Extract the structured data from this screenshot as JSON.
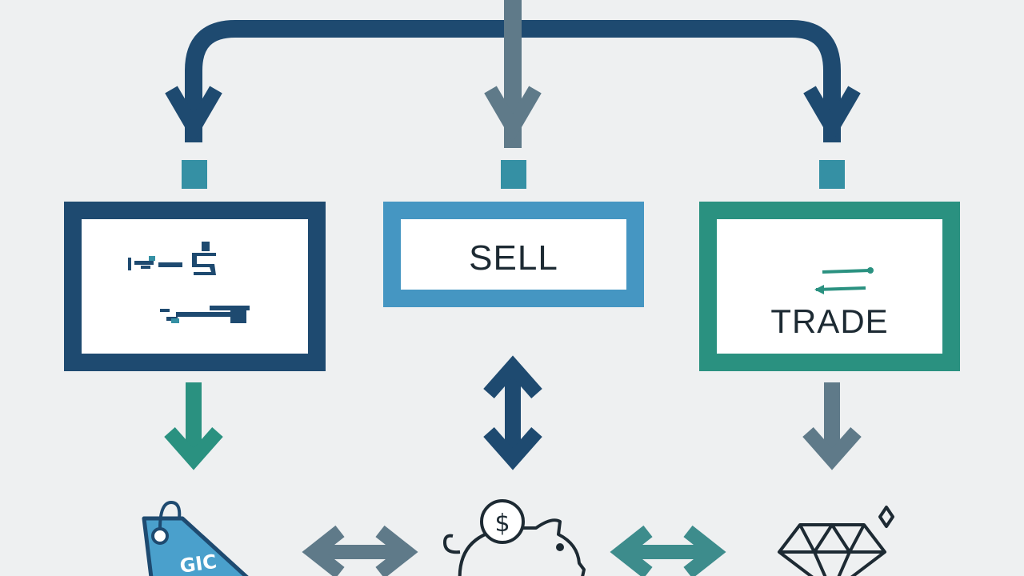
{
  "diagram": {
    "boxes": [
      {
        "id": "left",
        "label": ""
      },
      {
        "id": "sell",
        "label": "SELL"
      },
      {
        "id": "trade",
        "label": "TRADE"
      }
    ],
    "icons": {
      "tag": {
        "text": "GIC"
      },
      "piggy_bank": {
        "coin_symbol": "$"
      },
      "diamond": {}
    },
    "colors": {
      "navy": "#1e4a70",
      "steel_blue": "#4596c2",
      "teal": "#2a9180",
      "slate": "#5f7a89",
      "connector": "#3590a4",
      "background": "#eef0f1"
    }
  }
}
